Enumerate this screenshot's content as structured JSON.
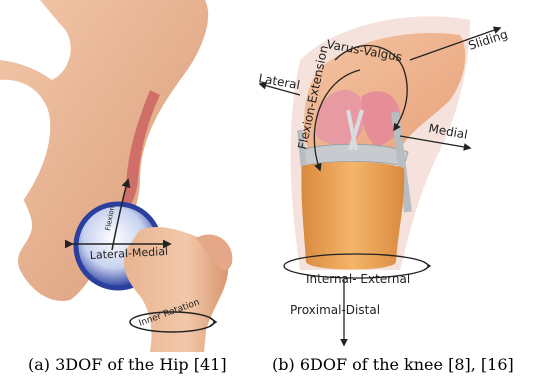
{
  "hip": {
    "labels": {
      "flexion": "Flexion",
      "lateral_medial": "Lateral-Medial",
      "inner_rotation": "Inner Rotation"
    }
  },
  "knee": {
    "labels": {
      "sliding": "Sliding",
      "varus_valgus": "Varus-Valgus",
      "lateral": "Lateral",
      "flexion_extension": "Flexion-Extension",
      "medial": "Medial",
      "internal_external": "Internal- External",
      "proximal_distal": "Proximal-Distal"
    }
  },
  "captions": {
    "a": "(a) 3DOF of the Hip [41]",
    "b": "(b) 6DOF of the knee [8], [16]"
  },
  "colors": {
    "skin": "#e7b391",
    "skin_dark": "#d79c78",
    "socket_red": "#cf6f68",
    "ball_blue": "#2b3f9e",
    "cartilage_pink": "#e79aa2",
    "meniscus_grey": "#c7cbcf",
    "shadow_pink": "#f4dcd6"
  }
}
